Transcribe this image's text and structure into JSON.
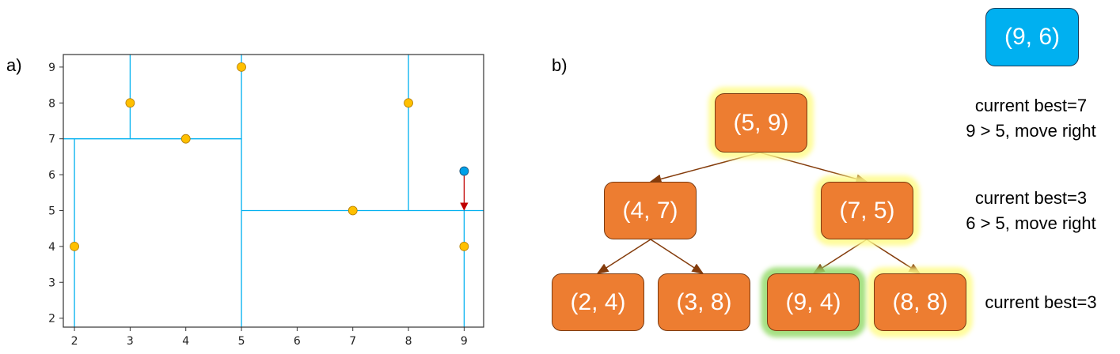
{
  "panel_a": {
    "label": "a)"
  },
  "panel_b": {
    "label": "b)"
  },
  "chart_data": {
    "type": "scatter",
    "xlim": [
      1.8,
      9.35
    ],
    "ylim": [
      1.75,
      9.35
    ],
    "xticks": [
      2,
      3,
      4,
      5,
      6,
      7,
      8,
      9
    ],
    "yticks": [
      2,
      3,
      4,
      5,
      6,
      7,
      8,
      9
    ],
    "points": [
      {
        "x": 2,
        "y": 4
      },
      {
        "x": 3,
        "y": 8
      },
      {
        "x": 4,
        "y": 7
      },
      {
        "x": 5,
        "y": 9
      },
      {
        "x": 7,
        "y": 5
      },
      {
        "x": 8,
        "y": 8
      },
      {
        "x": 9,
        "y": 4
      }
    ],
    "query_point": {
      "x": 9,
      "y": 6.1
    },
    "arrow": {
      "from": [
        9,
        6.1
      ],
      "to": [
        9,
        5
      ]
    },
    "split_lines": [
      {
        "x1": 5,
        "y1": 1.75,
        "x2": 5,
        "y2": 9.35
      },
      {
        "x1": 1.8,
        "y1": 7,
        "x2": 5,
        "y2": 7
      },
      {
        "x1": 5,
        "y1": 5,
        "x2": 9.35,
        "y2": 5
      },
      {
        "x1": 2,
        "y1": 1.75,
        "x2": 2,
        "y2": 7
      },
      {
        "x1": 3,
        "y1": 7,
        "x2": 3,
        "y2": 9.35
      },
      {
        "x1": 9,
        "y1": 1.75,
        "x2": 9,
        "y2": 5
      },
      {
        "x1": 8,
        "y1": 5,
        "x2": 8,
        "y2": 9.35
      }
    ],
    "colors": {
      "point": "#ffc000",
      "point_edge": "#b07a00",
      "query": "#00a0e8",
      "split": "#00b0f0",
      "arrow": "#c00000",
      "axis": "#333333"
    }
  },
  "tree": {
    "query": "(9, 6)",
    "nodes": {
      "root": "(5, 9)",
      "left": "(4, 7)",
      "right": "(7, 5)",
      "ll": "(2, 4)",
      "lr": "(3, 8)",
      "rl": "(9, 4)",
      "rr": "(8, 8)"
    },
    "notes": {
      "level1_line1": "current best=7",
      "level1_line2": "9 > 5, move right",
      "level2_line1": "current best=3",
      "level2_line2": "6 > 5, move right",
      "level3_line1": "current best=3"
    },
    "colors": {
      "node": "#ed7d31",
      "query": "#00b0f0",
      "edge": "#843c0c",
      "highlight": "#fffc8c",
      "found": "#96dc6e"
    }
  }
}
